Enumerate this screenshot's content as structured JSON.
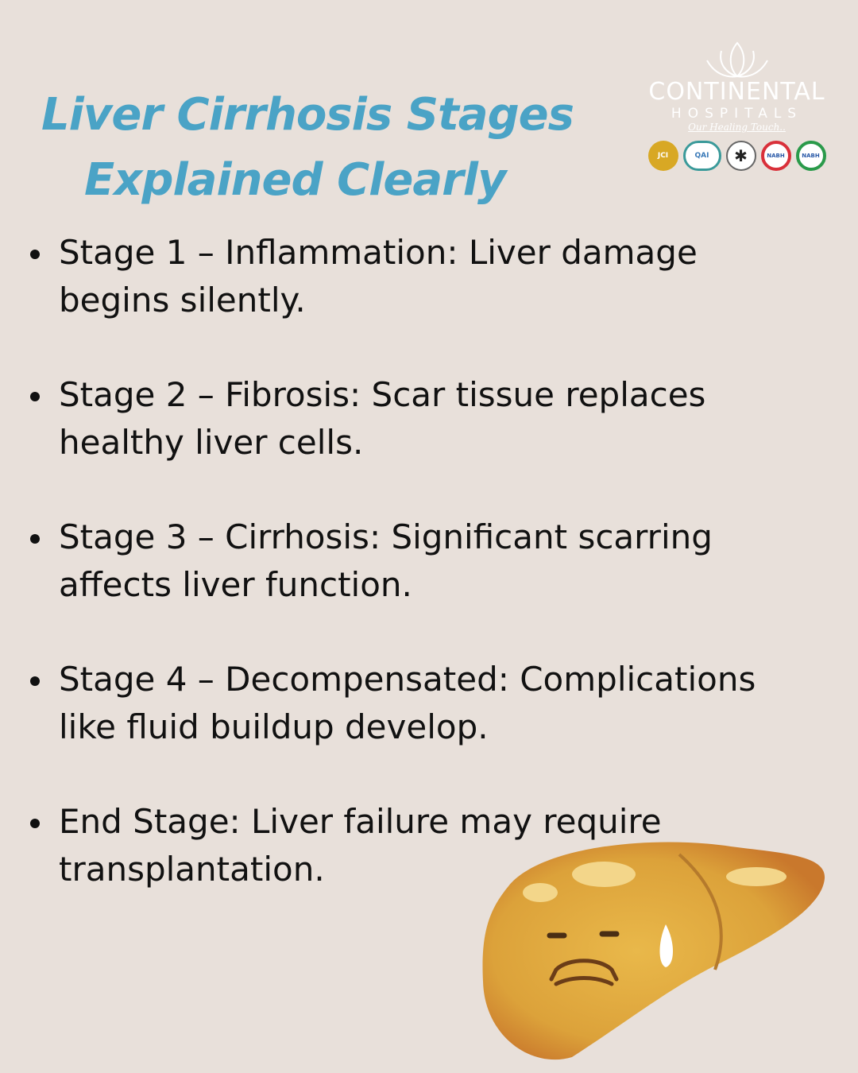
{
  "title": {
    "line1": "Liver Cirrhosis Stages",
    "line2": "Explained Clearly"
  },
  "logo": {
    "brand": "CONTINENTAL",
    "sub": "HOSPITALS",
    "tagline": "Our Healing Touch..",
    "badges": [
      "JCI",
      "QAI",
      "",
      "NABH",
      "NABH"
    ]
  },
  "stages": [
    "Stage 1 – Inflammation: Liver damage begins silently.",
    "Stage 2 – Fibrosis: Scar tissue replaces healthy liver cells.",
    "Stage 3 – Cirrhosis: Significant scarring affects liver function.",
    "Stage 4 – Decompensated: Complications like fluid buildup develop.",
    "End Stage: Liver failure may require transplantation."
  ],
  "colors": {
    "background": "#e8e0da",
    "title": "#4aa3c6",
    "liver": "#e2aa3a"
  }
}
